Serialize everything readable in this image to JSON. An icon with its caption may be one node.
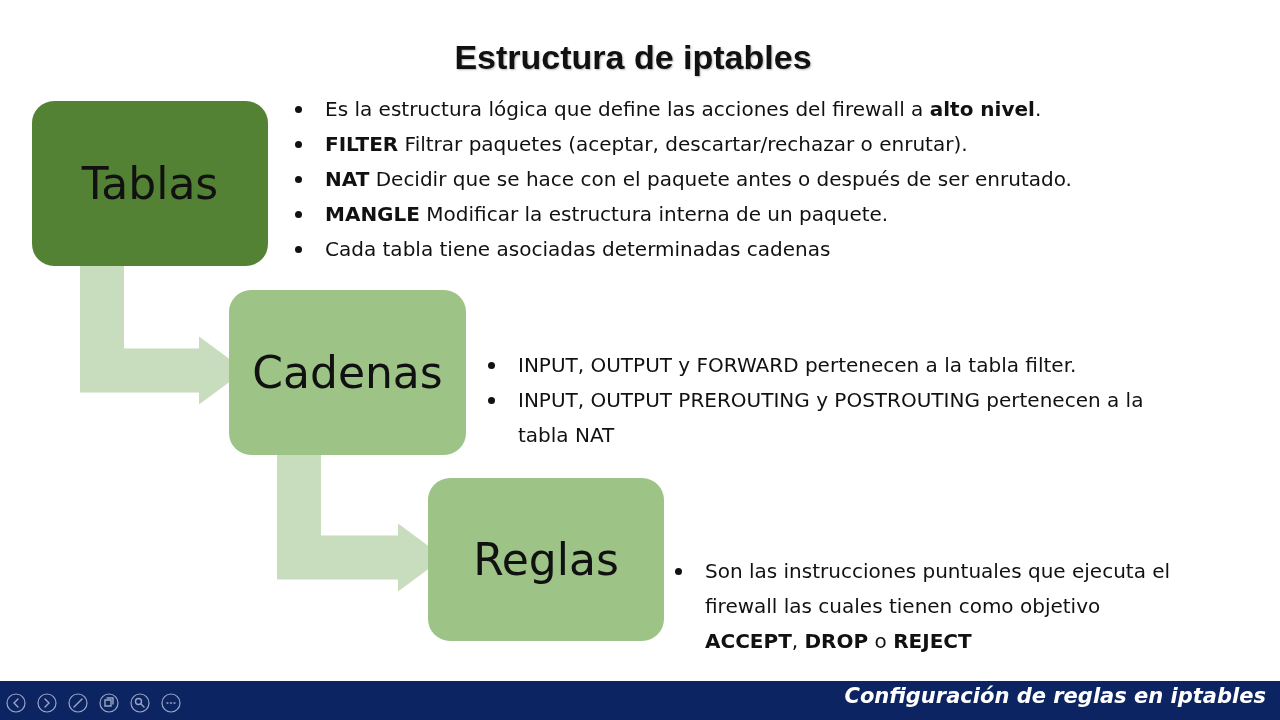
{
  "diagram": {
    "title": "Estructura de iptables",
    "nodes": [
      {
        "text": [
          "Tablas"
        ],
        "beside": [
          "Es la estructura lógica que define las acciones del firewall a **alto nivel**.",
          "**FILTER** Filtrar paquetes (aceptar, descartar/rechazar o enrutar).",
          "**NAT** Decidir que se hace con el paquete antes o después de ser enrutado.",
          "**MANGLE** Modificar la estructura interna de un paquete.",
          "Cada tabla tiene asociadas determinadas cadenas"
        ]
      },
      {
        "text": [
          "Cadenas"
        ],
        "beside": [
          "INPUT, OUTPUT y FORWARD pertenecen a la tabla filter.",
          "INPUT, OUTPUT PREROUTING y POSTROUTING pertenecen a la tabla NAT"
        ]
      },
      {
        "text": [
          "Reglas"
        ],
        "beside": [
          "Son las instrucciones puntuales que ejecuta el firewall las cuales tienen como objetivo **ACCEPT**, **DROP** o **REJECT**"
        ]
      }
    ],
    "edges": [
      {
        "from": 0,
        "to": 1,
        "arrow": "to"
      },
      {
        "from": 1,
        "to": 2,
        "arrow": "to"
      }
    ],
    "labels": [
      "Configuración de reglas en iptables"
    ]
  }
}
